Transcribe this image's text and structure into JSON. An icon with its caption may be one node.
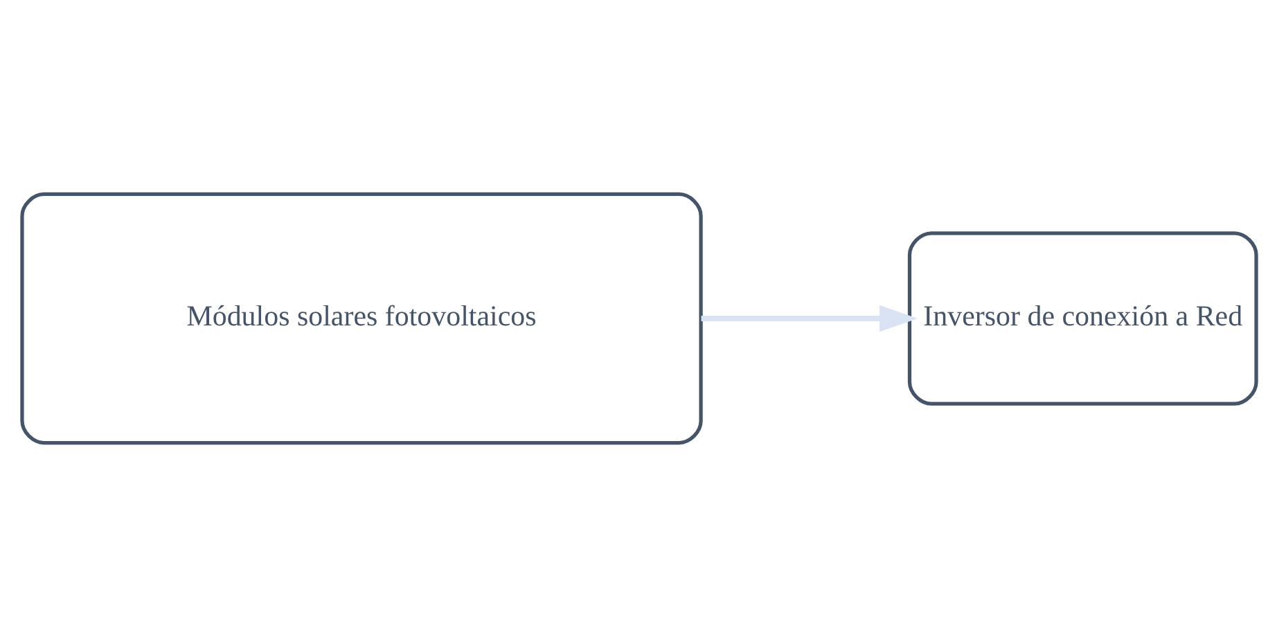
{
  "diagram": {
    "nodes": [
      {
        "text": [
          "Módulos solares fotovoltaicos"
        ]
      },
      {
        "text": [
          "Inversor de conexión a Red"
        ]
      }
    ],
    "edges": [
      {
        "from": 0,
        "to": 1,
        "arrow": "to",
        "color": "#dae3f3"
      }
    ]
  }
}
